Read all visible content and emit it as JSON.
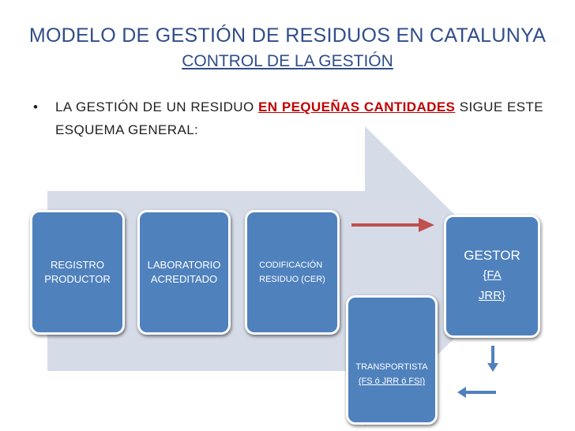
{
  "title": "MODELO DE GESTIÓN DE RESIDUOS EN CATALUNYA",
  "subtitle": "CONTROL DE LA GESTIÓN",
  "bullet": {
    "symbol": "•",
    "text_before": "LA GESTIÓN DE UN RESIDUO ",
    "highlight": "EN PEQUEÑAS CANTIDADES",
    "text_after": " SIGUE ESTE ESQUEMA GENERAL:",
    "highlight_color": "#c00000"
  },
  "boxes": {
    "registro": {
      "line1": "REGISTRO",
      "line2": "PRODUCTOR"
    },
    "laboratorio": {
      "line1": "LABORATORIO",
      "line2": "ACREDITADO"
    },
    "codificacion": {
      "line1": "CODIFICACIÓN",
      "line2": "RESIDUO (CER)"
    },
    "transportista": {
      "line1": "TRANSPORTISTA",
      "line2": "(FS ó JRR ó FSI)"
    },
    "gestor": {
      "line1": "GESTOR",
      "line2": "{FA",
      "line3": "JRR}"
    }
  },
  "colors": {
    "box": "#4f81bd",
    "big_arrow": "#d6dbe8",
    "title": "#2f4d8a"
  }
}
